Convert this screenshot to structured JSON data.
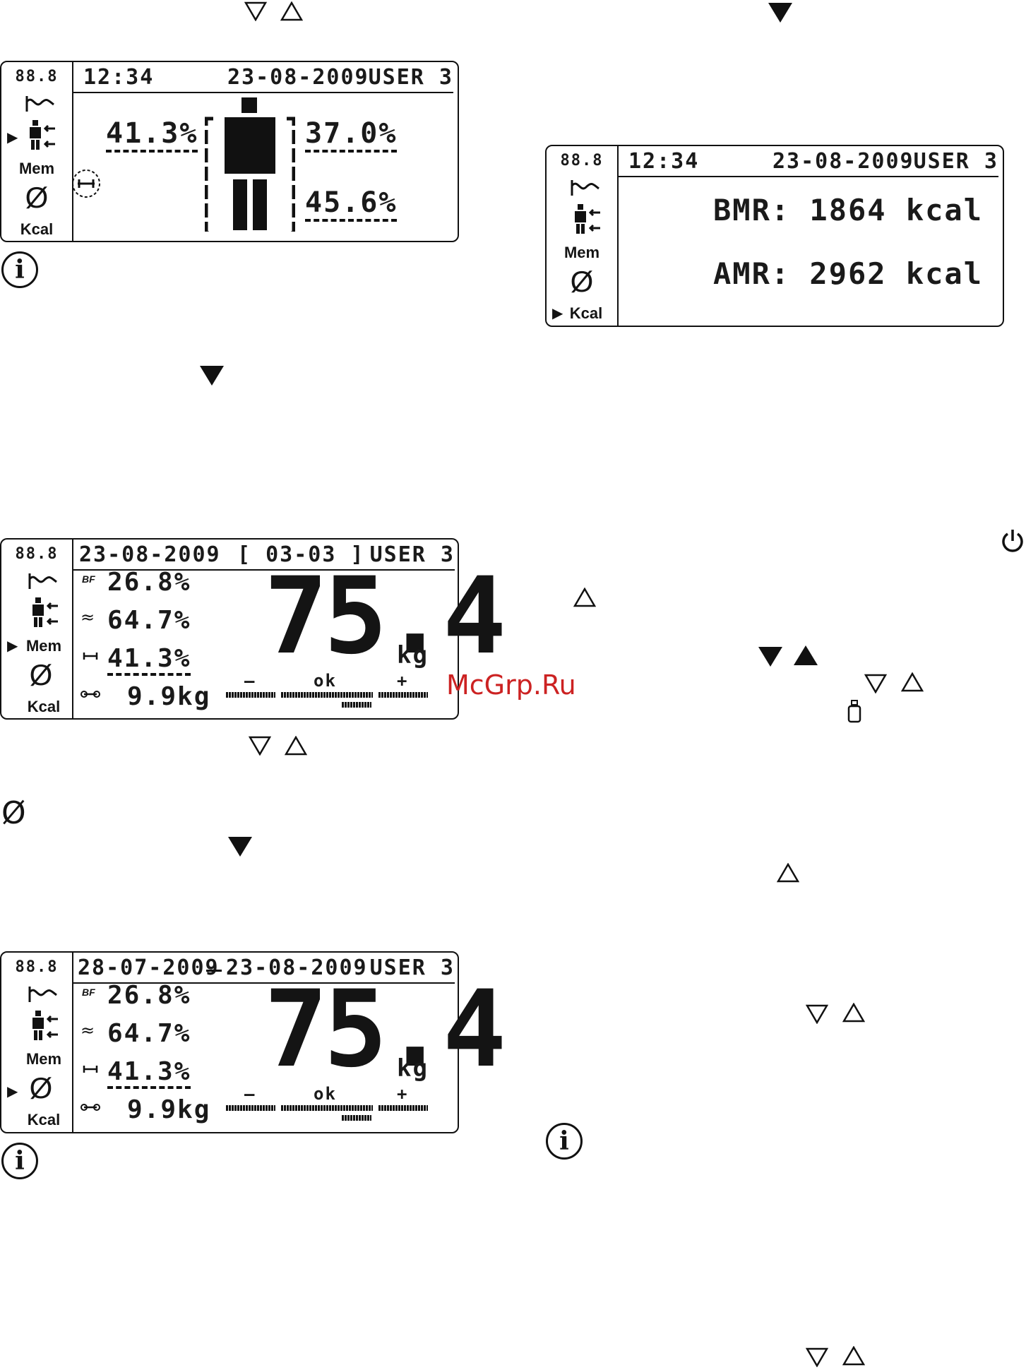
{
  "watermark": "McGrp.Ru",
  "sidebar": {
    "counter": "88.8",
    "mem": "Mem",
    "kcal": "Kcal",
    "arrow": "▶"
  },
  "panel1": {
    "time": "12:34",
    "date": "23-08-2009",
    "user": "USER 3",
    "left_pct": "41.3%",
    "right_top_pct": "37.0%",
    "right_bottom_pct": "45.6%"
  },
  "panel2": {
    "time": "12:34",
    "date": "23-08-2009",
    "user": "USER 3",
    "bmr": "BMR: 1864 kcal",
    "amr": "AMR: 2962 kcal"
  },
  "panel3": {
    "date": "23-08-2009",
    "range": "[ 03-03 ]",
    "user": "USER 3",
    "bf_label": "BF",
    "bf": "26.8%",
    "water": "64.7%",
    "muscle": "41.3%",
    "bone": "9.9kg",
    "weight": "75.4",
    "unit": "kg",
    "minus": "–",
    "ok": "ok",
    "plus": "+"
  },
  "panel4": {
    "date_from": "28-07-2009",
    "date_to": "23-08-2009",
    "user": "USER 3",
    "bf_label": "BF",
    "bf": "26.8%",
    "water": "64.7%",
    "muscle": "41.3%",
    "bone": "9.9kg",
    "weight": "75.4",
    "unit": "kg",
    "minus": "–",
    "ok": "ok",
    "plus": "+"
  },
  "symbols": {
    "info": "i",
    "avg": "Ø",
    "approx": "≈"
  }
}
